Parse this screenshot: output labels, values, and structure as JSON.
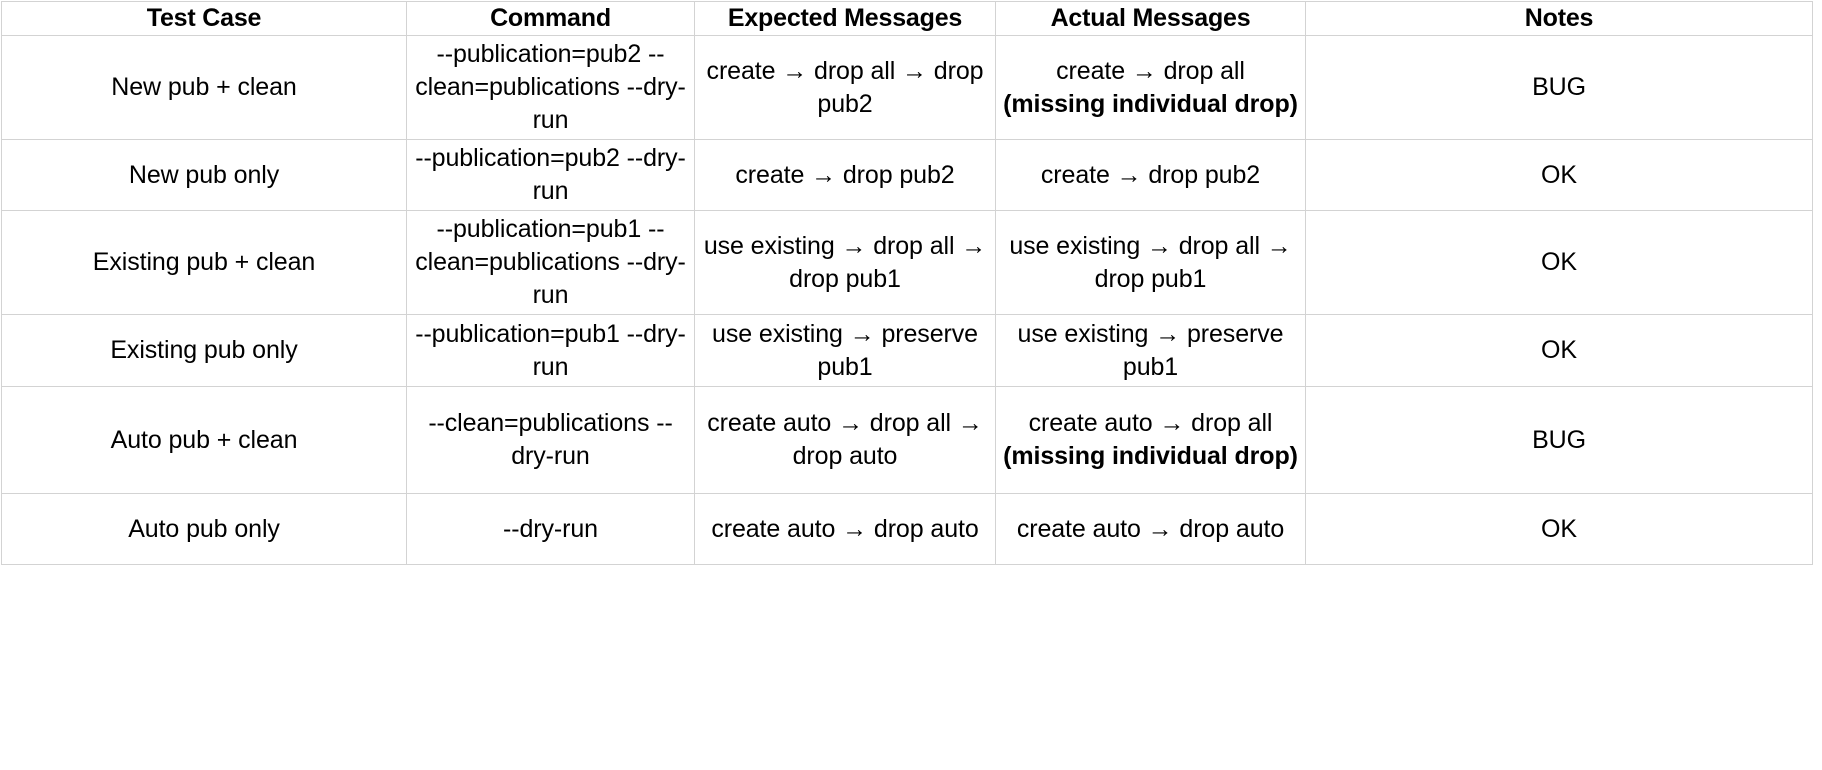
{
  "table": {
    "columns": [
      {
        "key": "test_case",
        "label": "Test Case"
      },
      {
        "key": "command",
        "label": "Command"
      },
      {
        "key": "expected",
        "label": "Expected Messages"
      },
      {
        "key": "actual",
        "label": "Actual Messages"
      },
      {
        "key": "notes",
        "label": "Notes"
      }
    ],
    "rows": [
      {
        "test_case": "New pub + clean",
        "command": "--publication=pub2 --clean=publications --dry-run",
        "expected": "create → drop all → drop pub2",
        "actual_main": "create → drop all",
        "actual_note": "(missing individual drop)",
        "notes": "BUG"
      },
      {
        "test_case": "New pub only",
        "command": "--publication=pub2 --dry-run",
        "expected": "create → drop pub2",
        "actual_main": "create → drop pub2",
        "actual_note": "",
        "notes": "OK"
      },
      {
        "test_case": "Existing pub + clean",
        "command": "--publication=pub1 --clean=publications --dry-run",
        "expected": "use existing → drop all → drop pub1",
        "actual_main": "use existing → drop all → drop pub1",
        "actual_note": "",
        "notes": "OK"
      },
      {
        "test_case": "Existing pub only",
        "command": "--publication=pub1 --dry-run",
        "expected": "use existing → preserve pub1",
        "actual_main": "use existing → preserve pub1",
        "actual_note": "",
        "notes": "OK"
      },
      {
        "test_case": "Auto pub + clean",
        "command": "--clean=publications --dry-run",
        "expected": "create auto → drop all → drop auto",
        "actual_main": "create auto → drop all",
        "actual_note": "(missing individual drop)",
        "notes": "BUG"
      },
      {
        "test_case": "Auto pub only",
        "command": "--dry-run",
        "expected": "create auto → drop auto",
        "actual_main": "create auto → drop auto",
        "actual_note": "",
        "notes": "OK"
      }
    ]
  },
  "colors": {
    "background": "#ffffff",
    "text": "#000000",
    "border": "#d3d3d3"
  }
}
